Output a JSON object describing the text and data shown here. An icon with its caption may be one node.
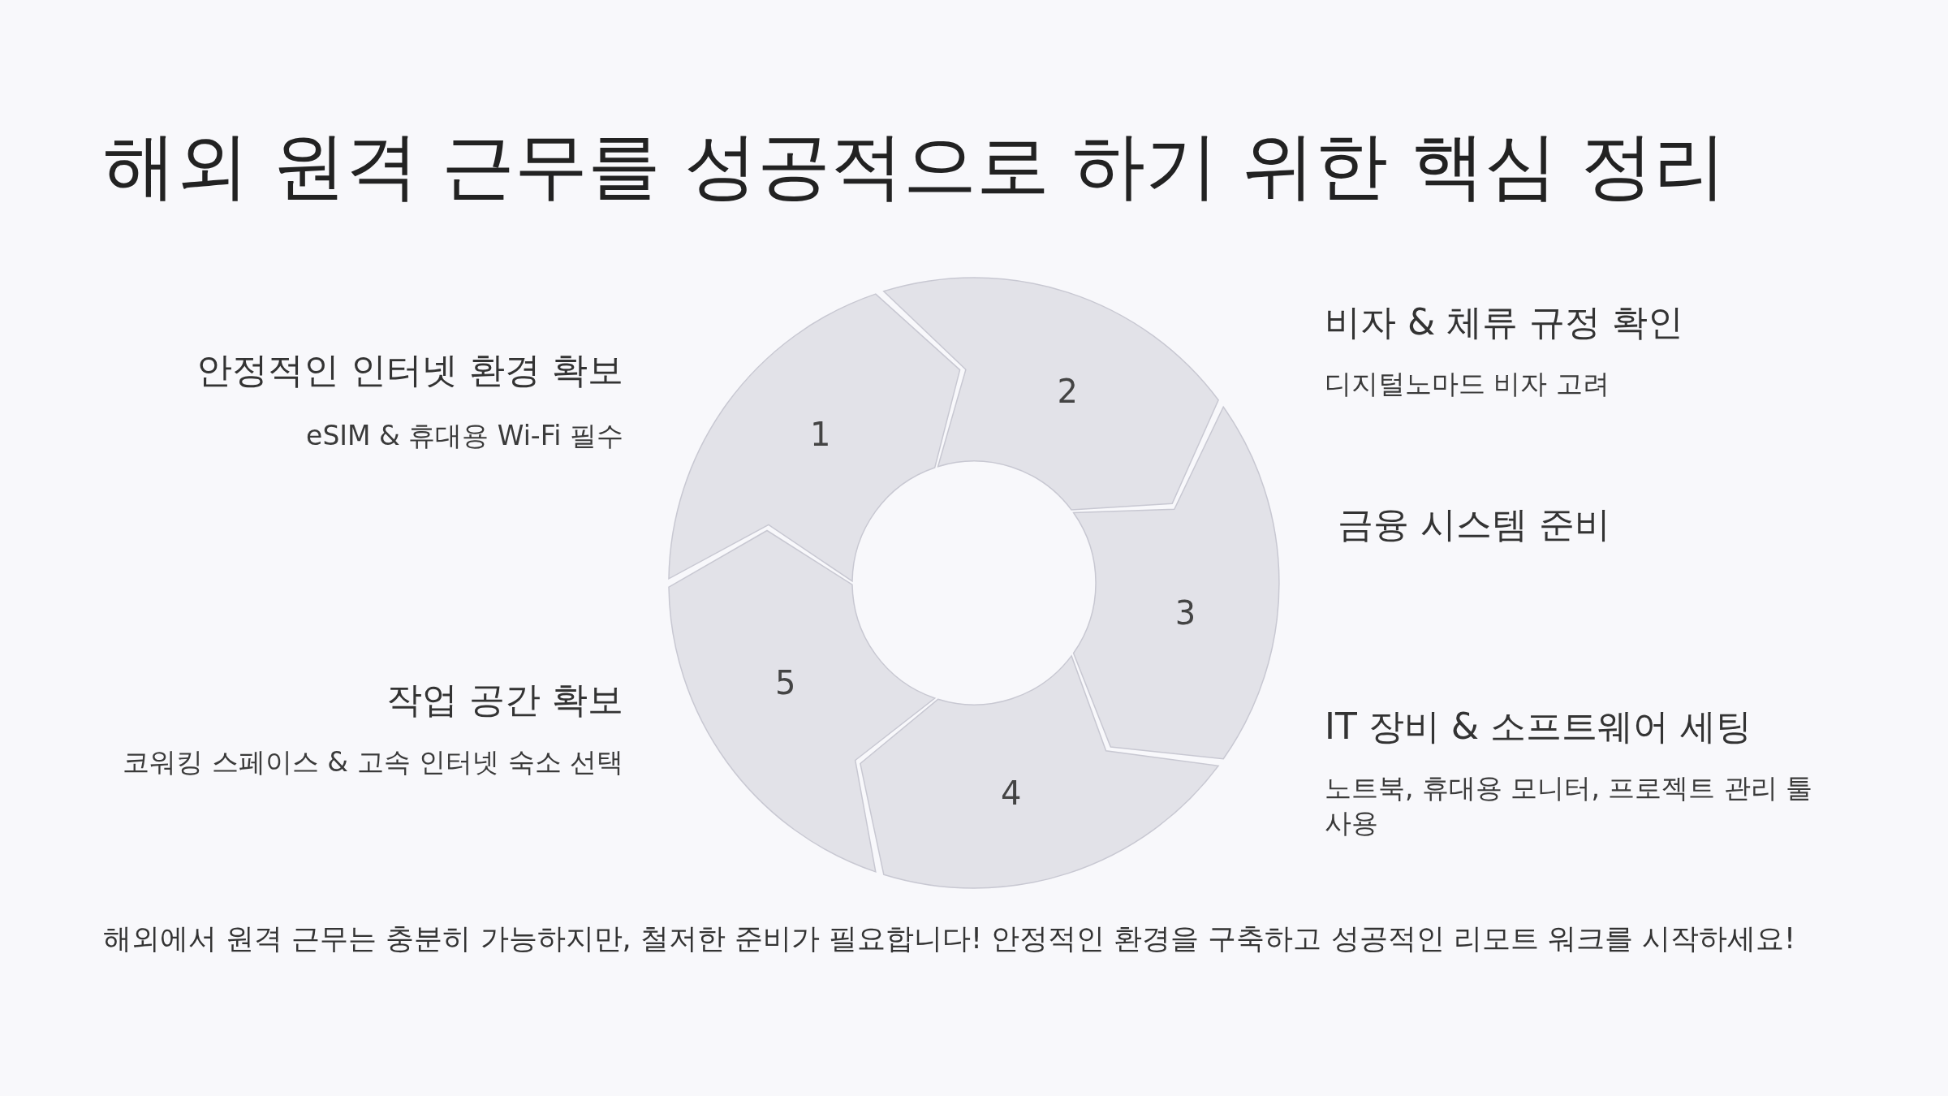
{
  "diagram": {
    "title": "해외 원격 근무를 성공적으로 하기 위한 핵심 정리",
    "nodes": [
      {
        "text": [
          "1"
        ]
      },
      {
        "text": [
          "2"
        ]
      },
      {
        "text": [
          "3"
        ]
      },
      {
        "text": [
          "4"
        ]
      },
      {
        "text": [
          "5"
        ]
      }
    ],
    "labels": [
      "비자 & 체류 규정 확인",
      "디지털노마드 비자 고려",
      "안정적인 인터넷 환경 확보",
      "eSIM & 휴대용 Wi-Fi 필수",
      "금융 시스템 준비",
      "IT 장비 & 소프트웨어 세팅",
      "노트북, 휴대용 모니터, 프로젝트 관리 툴 사용",
      "작업 공간 확보",
      "코워킹 스페이스 & 고속 인터넷 숙소 선택"
    ],
    "caption": "해외에서 원격 근무는 충분히 가능하지만, 철저한 준비가 필요합니다! 안정적인 환경을 구축하고 성공적인 리모트 워크를 시작하세요!"
  }
}
